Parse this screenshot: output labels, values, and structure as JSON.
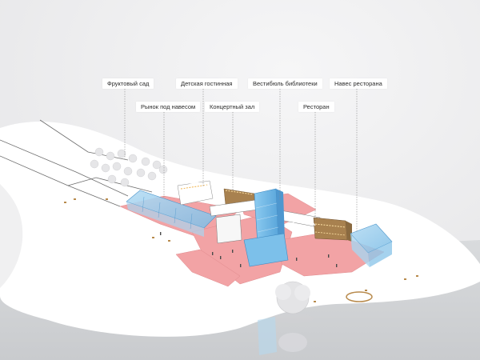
{
  "labels": [
    {
      "id": "fruit_garden",
      "text": "Фруктовый сад"
    },
    {
      "id": "kids_lounge",
      "text": "Детская гостинная"
    },
    {
      "id": "library_lobby",
      "text": "Вестибюль библиотеки"
    },
    {
      "id": "restaurant_canopy",
      "text": "Навес ресторана"
    },
    {
      "id": "covered_market",
      "text": "Рынок под навесом"
    },
    {
      "id": "concert_hall",
      "text": "Концертный зал"
    },
    {
      "id": "restaurant",
      "text": "Ресторан"
    }
  ],
  "colors": {
    "background": "#e9e9ea",
    "ground": "#ffffff",
    "pink_zone": "#f2a3a5",
    "glass_blue": "#8cc8ea",
    "tower_blue": "#6fb6e6",
    "wood": "#a8814f",
    "leader_line": "#8a8a8a"
  }
}
